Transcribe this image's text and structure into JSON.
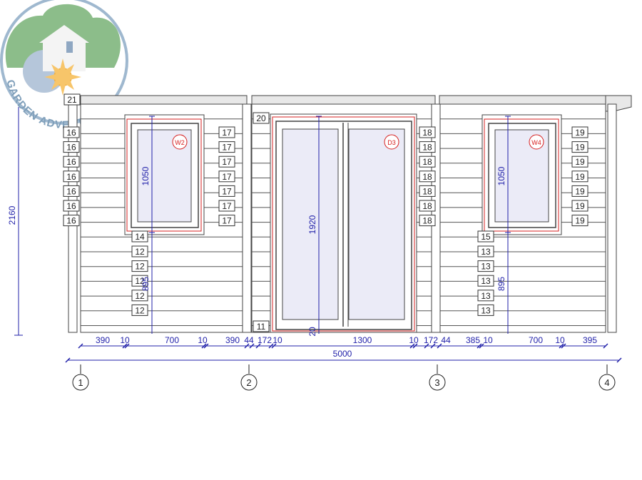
{
  "logo": {
    "text": "GARDEN ADVENTURE"
  },
  "openings": {
    "window_left": {
      "tag": "W2",
      "height": "1050"
    },
    "door": {
      "tag": "D3",
      "height": "1920"
    },
    "window_right": {
      "tag": "W4",
      "height": "1050"
    }
  },
  "dimensions": {
    "overall_height": "2160",
    "total_width": "5000",
    "sill_left": "895",
    "sill_right": "895",
    "door_gap": "20"
  },
  "segments": [
    {
      "text": "390"
    },
    {
      "text": "10"
    },
    {
      "text": "700"
    },
    {
      "text": "10"
    },
    {
      "text": "390"
    },
    {
      "text": "44"
    },
    {
      "text": "172"
    },
    {
      "text": "10"
    },
    {
      "text": "1300"
    },
    {
      "text": "10"
    },
    {
      "text": "172"
    },
    {
      "text": "44"
    },
    {
      "text": "385"
    },
    {
      "text": "10"
    },
    {
      "text": "700"
    },
    {
      "text": "10"
    },
    {
      "text": "395"
    }
  ],
  "axes": [
    "1",
    "2",
    "3",
    "4"
  ],
  "log_labels": {
    "top_corner": "21",
    "door_top": "20",
    "door_bottom": "11",
    "left_outer": [
      "16",
      "16",
      "16",
      "16",
      "16",
      "16",
      "16"
    ],
    "left_inner": [
      "17",
      "17",
      "17",
      "17",
      "17",
      "17",
      "17"
    ],
    "left_under_window_top": "14",
    "left_lower": [
      "12",
      "12",
      "12",
      "12",
      "12"
    ],
    "door_right": [
      "18",
      "18",
      "18",
      "18",
      "18",
      "18",
      "18"
    ],
    "right_under_window_top": "15",
    "right_lower": [
      "13",
      "13",
      "13",
      "13",
      "13"
    ],
    "right_inner": [
      "19",
      "19",
      "19",
      "19",
      "19",
      "19",
      "19"
    ]
  }
}
